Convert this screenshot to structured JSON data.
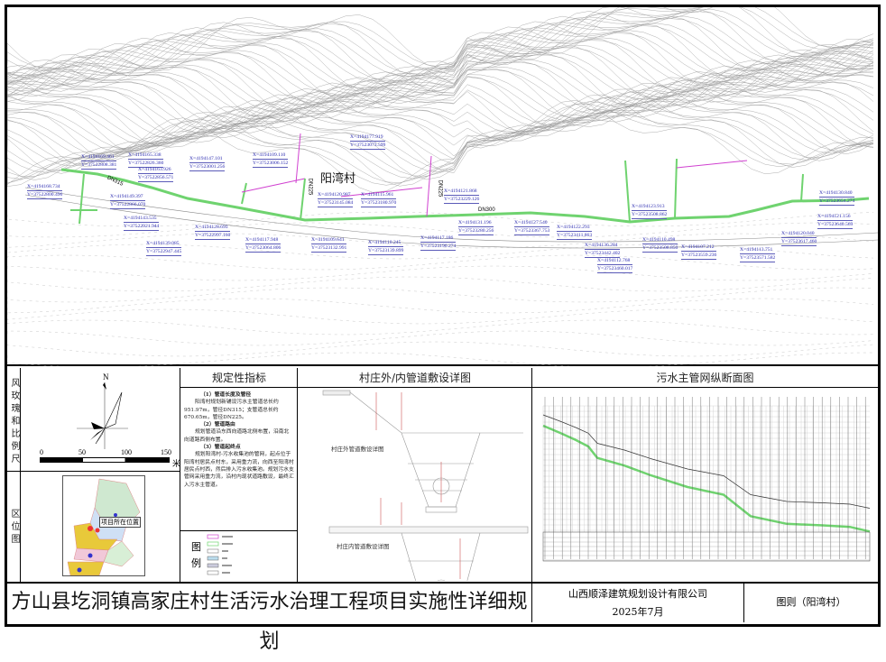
{
  "map": {
    "village_name": "阳湾村",
    "pipe_labels": [
      "DN315",
      "DN225",
      "DN225",
      "DN300"
    ],
    "coordinates": [
      {
        "x": "X=4194169.461",
        "y": "Y=37522808.381"
      },
      {
        "x": "X=4194165.338",
        "y": "Y=37522826.360"
      },
      {
        "x": "X=4194163.926",
        "y": "Y=37522856.571"
      },
      {
        "x": "X=4194147.101",
        "y": "Y=37523001.256"
      },
      {
        "x": "X=4194109.110",
        "y": "Y=37523006.152"
      },
      {
        "x": "X=4194177.919",
        "y": "Y=37523073.599"
      },
      {
        "x": "X=4194168.734",
        "y": "Y=37522800.496"
      },
      {
        "x": "X=4194149.397",
        "y": "Y=37522866.070"
      },
      {
        "x": "X=4194143.535",
        "y": "Y=37522921.944"
      },
      {
        "x": "X=4194139.085",
        "y": "Y=37522947.445"
      },
      {
        "x": "X=4194128.693",
        "y": "Y=37522997.160"
      },
      {
        "x": "X=4194117.948",
        "y": "Y=37523064.806"
      },
      {
        "x": "X=4194120.987",
        "y": "Y=37523145.084"
      },
      {
        "x": "X=4194115.961",
        "y": "Y=37523180.970"
      },
      {
        "x": "X=4194109.641",
        "y": "Y=37523132.991"
      },
      {
        "x": "X=4194110.245",
        "y": "Y=37523139.899"
      },
      {
        "x": "X=4194117.186",
        "y": "Y=37523190.274"
      },
      {
        "x": "X=4194121.868",
        "y": "Y=37523229.126"
      },
      {
        "x": "X=4194131.196",
        "y": "Y=37523280.256"
      },
      {
        "x": "X=4194127.540",
        "y": "Y=37523367.753"
      },
      {
        "x": "X=4194122.293",
        "y": "Y=37523411.863"
      },
      {
        "x": "X=4194136.284",
        "y": "Y=37523442.402"
      },
      {
        "x": "X=4194112.768",
        "y": "Y=37523460.017"
      },
      {
        "x": "X=4194123.913",
        "y": "Y=37523508.862"
      },
      {
        "x": "X=4194110.498",
        "y": "Y=37523508.850"
      },
      {
        "x": "X=4194107.212",
        "y": "Y=37523559.236"
      },
      {
        "x": "X=4194113.751",
        "y": "Y=37523571.582"
      },
      {
        "x": "X=4194120.040",
        "y": "Y=37523617.460"
      },
      {
        "x": "X=4194121.156",
        "y": "Y=37523640.569"
      },
      {
        "x": "X=4194130.840",
        "y": "Y=37523654.274"
      }
    ]
  },
  "compass": {
    "label": "风玫瑰和比例尺",
    "north": "N",
    "scale": [
      "0",
      "50",
      "100",
      "150"
    ],
    "unit": "米"
  },
  "location": {
    "label": "区位图",
    "marker": "项目所在位置"
  },
  "spec": {
    "title": "规定性指标",
    "h1": "（1）管道长度及管径",
    "p1": "阳湾村规划新铺设污水主管道总长约951.97m，管径DN315；支管道总长约670.65m，管径DN225。",
    "h2": "（2）管道路由",
    "p2": "规划管道沿东西向道路北侧布置，沿南北向道路西侧布置。",
    "h3": "（3）管道起终点",
    "p3": "规划阳湾村-污水收集池的管网，起点位于阳湾村居民点村东，采用重力流，向西至阳湾村居民点村西，然后排入污水收集池。规划污水支管网采用重力流，沿村内现状道路敷设，最终汇入污水主管道。",
    "legend_label": "图例"
  },
  "detail": {
    "title": "村庄外/内管道敷设详图",
    "outer": "村庄外管道敷设详图",
    "inner": "村庄内管道敷设详图"
  },
  "profile": {
    "title": "污水主管网纵断面图"
  },
  "footer": {
    "title": "方山县圪洞镇高家庄村生活污水治理工程项目实施性详细规划",
    "company": "山西顺泽建筑规划设计有限公司",
    "date": "2025年7月",
    "figure": "图则（阳湾村）"
  },
  "colors": {
    "pipe": "#6fd36f",
    "branch": "#d040d0",
    "coord": "#2b2bb0",
    "north_zone": "#cfe8d0",
    "center_zone": "#e8c93a",
    "south_zone": "#f1c8d8",
    "east_zone": "#cfe0f5"
  }
}
